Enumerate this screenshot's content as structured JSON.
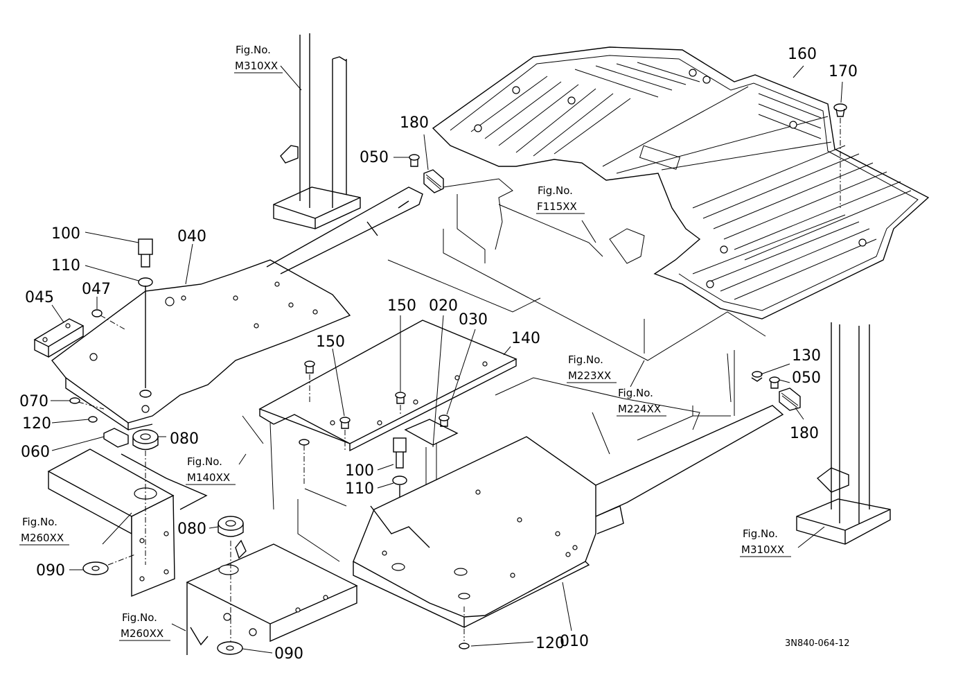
{
  "figure_code": "3N840-064-12",
  "parts": [
    {
      "id": "p160",
      "label": "160"
    },
    {
      "id": "p170",
      "label": "170"
    },
    {
      "id": "p180a",
      "label": "180"
    },
    {
      "id": "p050a",
      "label": "050"
    },
    {
      "id": "p100a",
      "label": "100"
    },
    {
      "id": "p040",
      "label": "040"
    },
    {
      "id": "p110a",
      "label": "110"
    },
    {
      "id": "p047",
      "label": "047"
    },
    {
      "id": "p045",
      "label": "045"
    },
    {
      "id": "p150a",
      "label": "150"
    },
    {
      "id": "p020",
      "label": "020"
    },
    {
      "id": "p030",
      "label": "030"
    },
    {
      "id": "p140",
      "label": "140"
    },
    {
      "id": "p150b",
      "label": "150"
    },
    {
      "id": "p130",
      "label": "130"
    },
    {
      "id": "p050b",
      "label": "050"
    },
    {
      "id": "p180b",
      "label": "180"
    },
    {
      "id": "p070",
      "label": "070"
    },
    {
      "id": "p120a",
      "label": "120"
    },
    {
      "id": "p080a",
      "label": "080"
    },
    {
      "id": "p060",
      "label": "060"
    },
    {
      "id": "p100b",
      "label": "100"
    },
    {
      "id": "p110b",
      "label": "110"
    },
    {
      "id": "p080b",
      "label": "080"
    },
    {
      "id": "p090a",
      "label": "090"
    },
    {
      "id": "p090b",
      "label": "090"
    },
    {
      "id": "p010",
      "label": "010"
    },
    {
      "id": "p120b",
      "label": "120"
    }
  ],
  "figure_refs": [
    {
      "id": "m310a",
      "line1": "Fig.No.",
      "line2": "M310XX"
    },
    {
      "id": "f115",
      "line1": "Fig.No.",
      "line2": "F115XX"
    },
    {
      "id": "m223",
      "line1": "Fig.No.",
      "line2": "M223XX"
    },
    {
      "id": "m224",
      "line1": "Fig.No.",
      "line2": "M224XX"
    },
    {
      "id": "m140",
      "line1": "Fig.No.",
      "line2": "M140XX"
    },
    {
      "id": "m260a",
      "line1": "Fig.No.",
      "line2": "M260XX"
    },
    {
      "id": "m310b",
      "line1": "Fig.No.",
      "line2": "M310XX"
    },
    {
      "id": "m260b",
      "line1": "Fig.No.",
      "line2": "M260XX"
    }
  ]
}
